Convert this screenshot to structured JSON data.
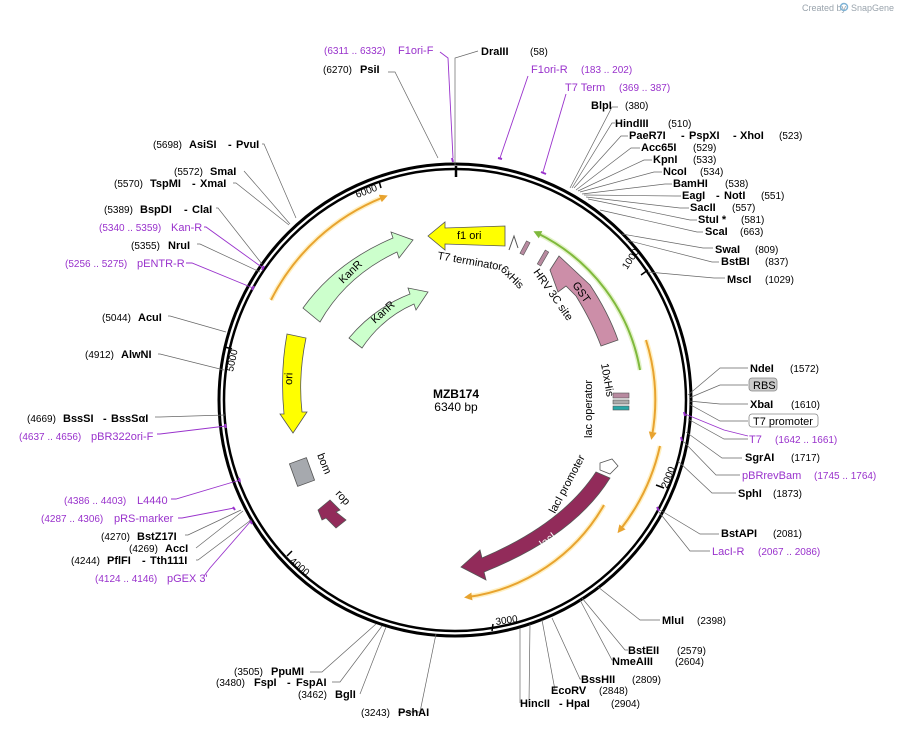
{
  "app": {
    "created_by": "Created by",
    "logo_name": "SnapGene"
  },
  "plasmid": {
    "name": "MZB174",
    "length_label": "6340 bp"
  },
  "ticks": [
    "1000",
    "2000",
    "3000",
    "4000",
    "5000",
    "6000"
  ],
  "enzymes": {
    "dra3": {
      "name": "DraIII",
      "pos": "(58)"
    },
    "psi1": {
      "name": "PsiI",
      "pos": "(6270)"
    },
    "blp1": {
      "name": "BlpI",
      "pos": "(380)"
    },
    "hind3": {
      "name": "HindIII",
      "pos": "(510)"
    },
    "paer7i": {
      "name": "PaeR7I",
      "sep1": "- ",
      "name2": "PspXI",
      "sep2": "- ",
      "name3": "XhoI",
      "pos": "(523)"
    },
    "acc65i": {
      "name": "Acc65I",
      "pos": "(529)"
    },
    "kpn1": {
      "name": "KpnI",
      "pos": "(533)"
    },
    "nco1": {
      "name": "NcoI",
      "pos": "(534)"
    },
    "bamh1": {
      "name": "BamHI",
      "pos": "(538)"
    },
    "eag1": {
      "name": "EagI",
      "sep": "- ",
      "name2": "NotI",
      "pos": "(551)"
    },
    "sac2": {
      "name": "SacII",
      "pos": "(557)"
    },
    "stu1": {
      "name": "StuI *",
      "pos": "(581)"
    },
    "sca1": {
      "name": "ScaI",
      "pos": "(663)"
    },
    "swa1": {
      "name": "SwaI",
      "pos": "(809)"
    },
    "bstb1": {
      "name": "BstBI",
      "pos": "(837)"
    },
    "msc1": {
      "name": "MscI",
      "pos": "(1029)"
    },
    "nde1": {
      "name": "NdeI",
      "pos": "(1572)"
    },
    "xba1": {
      "name": "XbaI",
      "pos": "(1610)"
    },
    "sgra1": {
      "name": "SgrAI",
      "pos": "(1717)"
    },
    "sph1": {
      "name": "SphI",
      "pos": "(1873)"
    },
    "bstapi": {
      "name": "BstAPI",
      "pos": "(2081)"
    },
    "mlu1": {
      "name": "MluI",
      "pos": "(2398)"
    },
    "bste2": {
      "name": "BstEII",
      "pos": "(2579)"
    },
    "nmea3": {
      "name": "NmeAIII",
      "pos": "(2604)"
    },
    "bssh2": {
      "name": "BssHII",
      "pos": "(2809)"
    },
    "ecorv": {
      "name": "EcoRV",
      "pos": "(2848)"
    },
    "hinc2": {
      "name": "HincII",
      "sep": "- ",
      "name2": "HpaI",
      "pos": "(2904)"
    },
    "psha1": {
      "name": "PshAI",
      "pos": "(3243)"
    },
    "bgl1": {
      "name": "BglI",
      "pos": "(3462)"
    },
    "fsp1": {
      "name": "FspI",
      "sep": "- ",
      "name2": "FspAI",
      "pos": "(3480)"
    },
    "ppumi": {
      "name": "PpuMI",
      "pos": "(3505)"
    },
    "pflfi": {
      "name": "PflFI",
      "sep": "- ",
      "name2": "Tth111I",
      "pos": "(4244)"
    },
    "acc1": {
      "name": "AccI",
      "pos": "(4269)"
    },
    "bstz17i": {
      "name": "BstZ17I",
      "pos": "(4270)"
    },
    "bsssi": {
      "name": "BssSI",
      "sep": "- ",
      "name2": "BssSαI",
      "pos": "(4669)"
    },
    "alwni": {
      "name": "AlwNI",
      "pos": "(4912)"
    },
    "acui": {
      "name": "AcuI",
      "pos": "(5044)"
    },
    "nrui": {
      "name": "NruI",
      "pos": "(5355)"
    },
    "bspdi": {
      "name": "BspDI",
      "sep": "- ",
      "name2": "ClaI",
      "pos": "(5389)"
    },
    "tspmi": {
      "name": "TspMI",
      "sep": "- ",
      "name2": "XmaI",
      "pos": "(5570)"
    },
    "sma1": {
      "name": "SmaI",
      "pos": "(5572)"
    },
    "asisi": {
      "name": "AsiSI",
      "sep": "- ",
      "name2": "PvuI",
      "pos": "(5698)"
    }
  },
  "primers": {
    "f1orif": {
      "name": "F1ori-F",
      "range": "(6311 .. 6332)"
    },
    "f1orir": {
      "name": "F1ori-R",
      "range": "(183 .. 202)"
    },
    "t7term": {
      "name": "T7 Term",
      "range": "(369 .. 387)"
    },
    "t7": {
      "name": "T7",
      "range": "(1642 .. 1661)"
    },
    "pbrrevbam": {
      "name": "pBRrevBam",
      "range": "(1745 .. 1764)"
    },
    "laci_r": {
      "name": "LacI-R",
      "range": "(2067 .. 2086)"
    },
    "pgex3": {
      "name": "pGEX 3'",
      "range": "(4124 .. 4146)"
    },
    "prs": {
      "name": "pRS-marker",
      "range": "(4287 .. 4306)"
    },
    "l4440": {
      "name": "L4440",
      "range": "(4386 .. 4403)"
    },
    "pbr322": {
      "name": "pBR322ori-F",
      "range": "(4637 .. 4656)"
    },
    "pentr": {
      "name": "pENTR-R",
      "range": "(5256 .. 5275)"
    },
    "kanr": {
      "name": "Kan-R",
      "range": "(5340 .. 5359)"
    }
  },
  "tags": {
    "rbs": "RBS",
    "t7_promoter": "T7 promoter"
  },
  "features": {
    "f1ori": "f1 ori",
    "t7term": "T7 terminator",
    "his6": "6xHis",
    "hrv3c": "HRV 3C site",
    "gst": "GST",
    "his10": "10xHis",
    "lacop": "lac operator",
    "laciprom": "lacI promoter",
    "laci": "lacI",
    "rop": "rop",
    "bom": "bom",
    "ori": "ori",
    "kanr1": "KanR",
    "kanr2": "KanR"
  },
  "colors": {
    "primer": "#9932cc",
    "f1ori": "#ffff00",
    "kanr": "#ccffcc",
    "gst": "#cc8ea8",
    "laci": "#922b5a",
    "rop": "#922b5a",
    "ori": "#ffff00",
    "orf": "#e8a32f",
    "orf_green": "#7fb93c"
  }
}
